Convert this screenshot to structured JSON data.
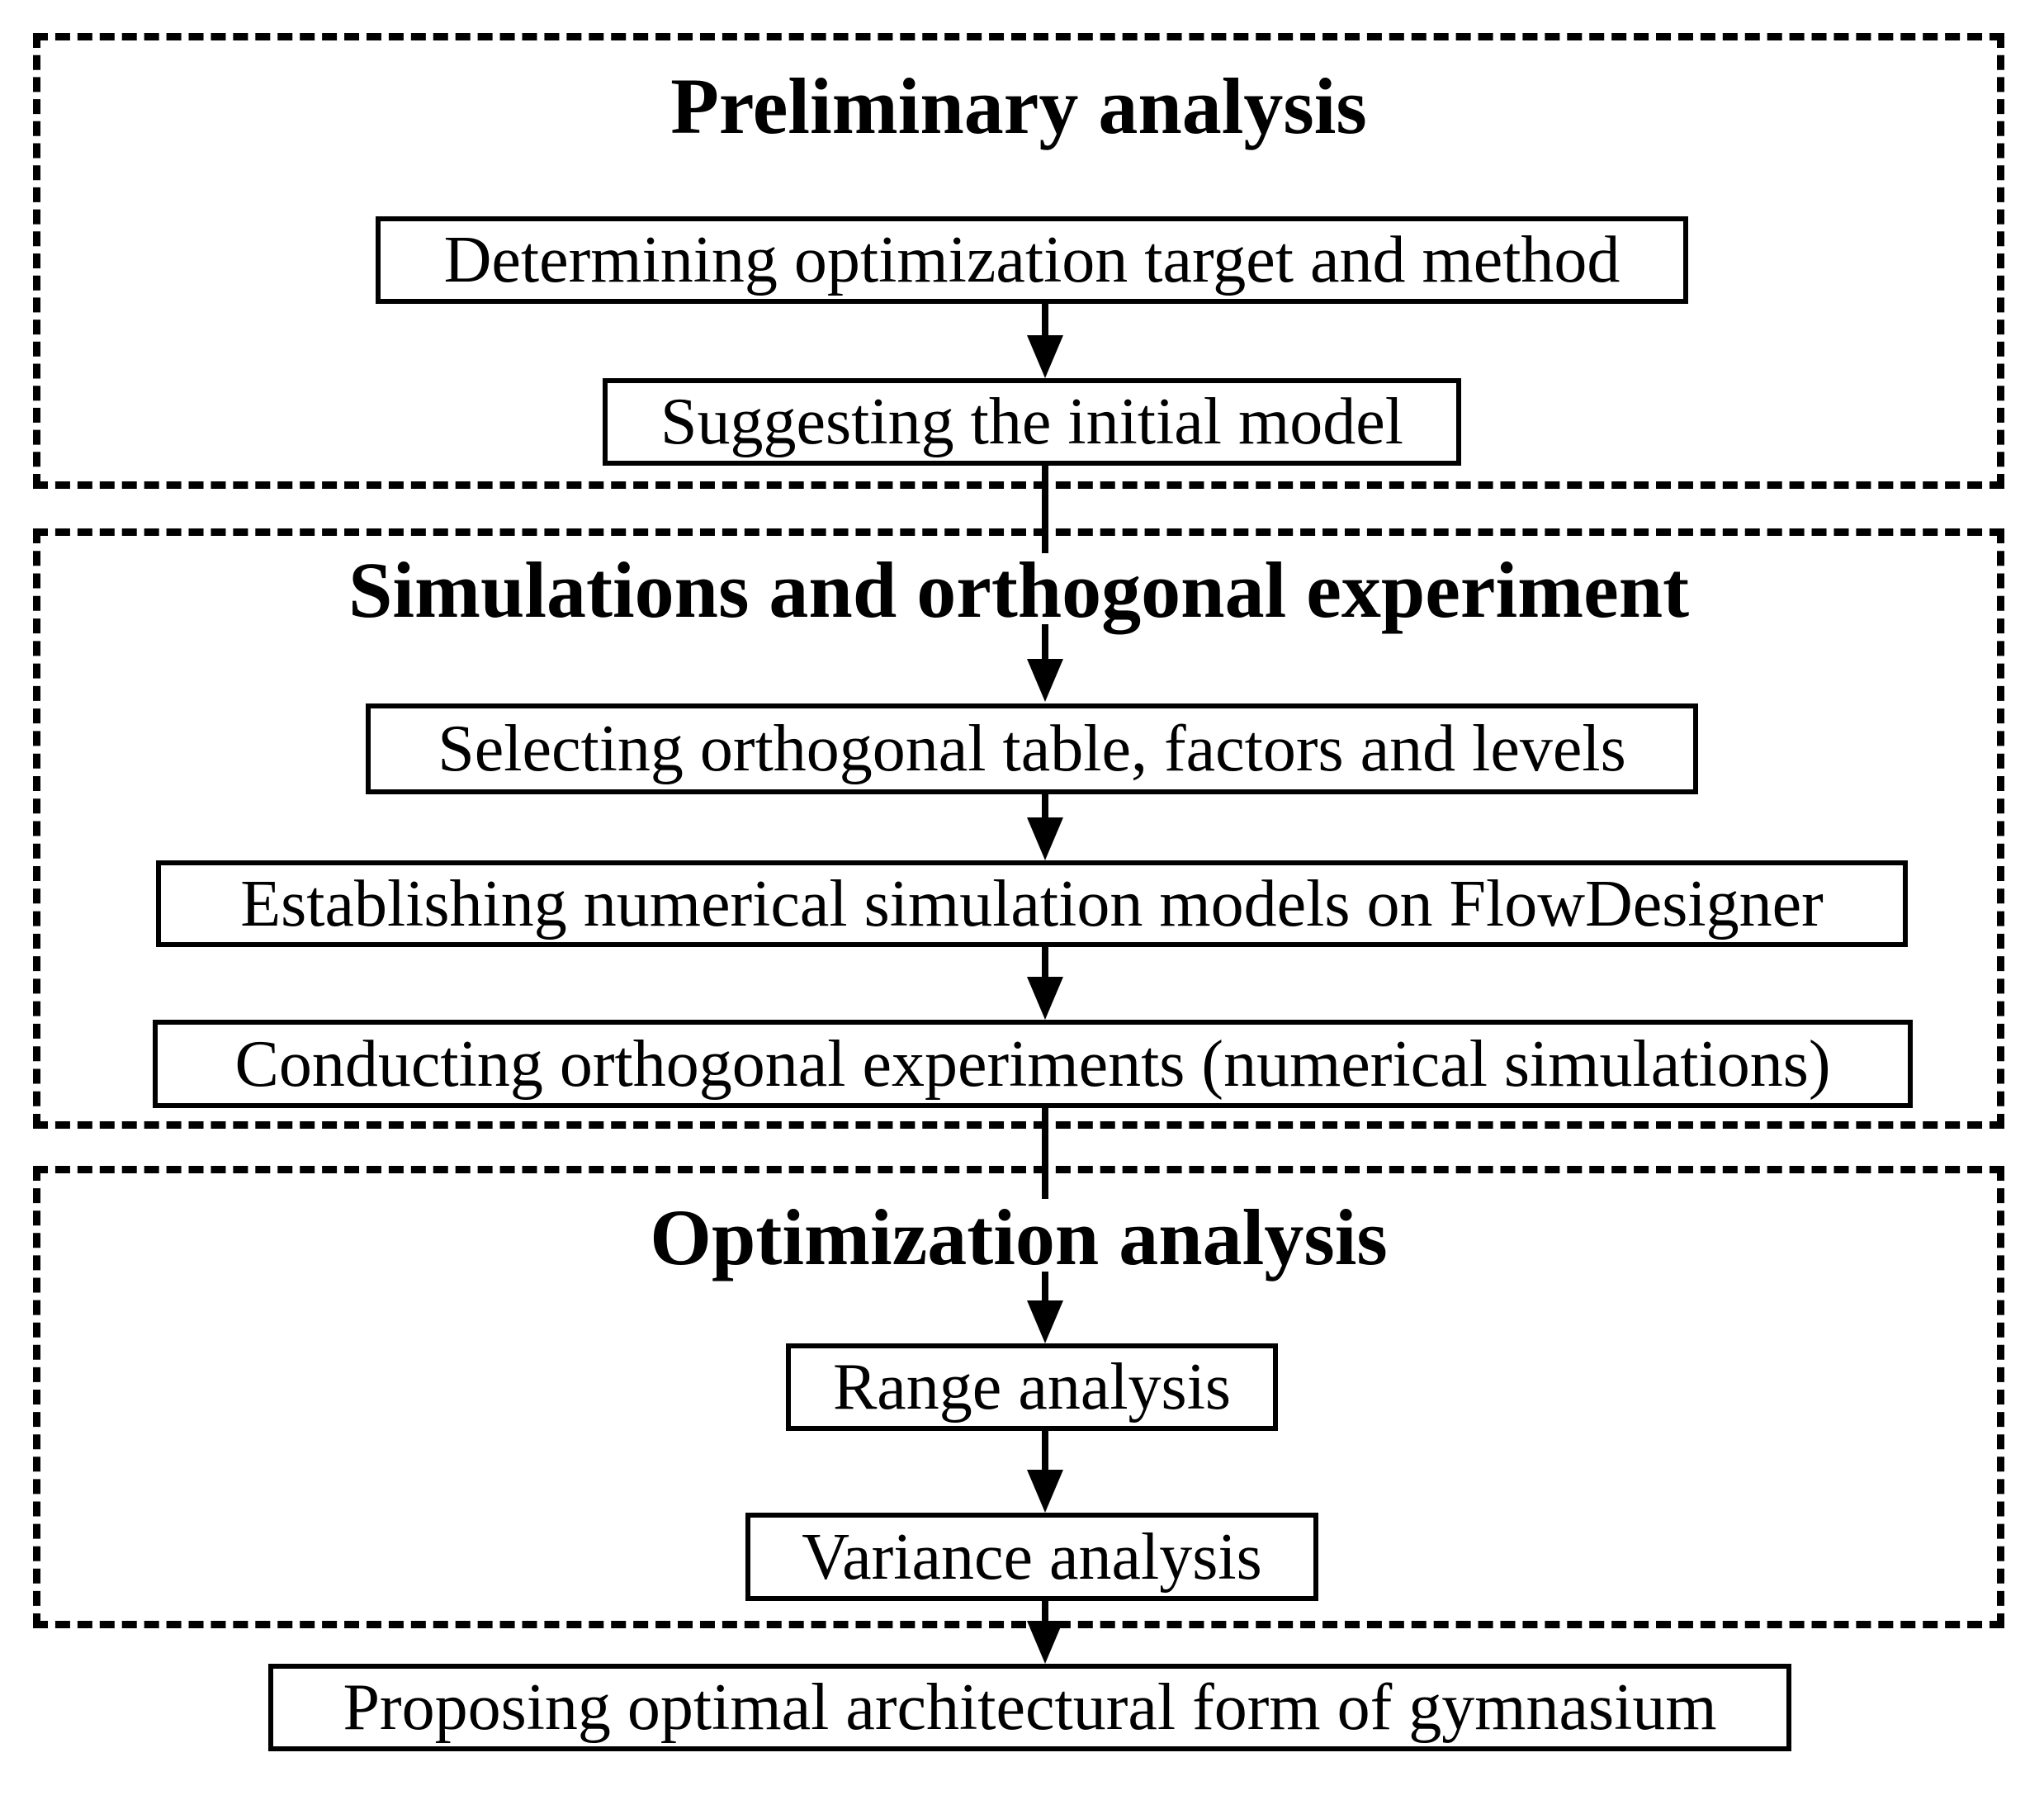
{
  "flowchart": {
    "sections": [
      {
        "title": "Preliminary analysis",
        "boxes": [
          "Determining optimization target and method",
          "Suggesting the initial model"
        ]
      },
      {
        "title": "Simulations and orthogonal experiment",
        "boxes": [
          "Selecting orthogonal table, factors and levels",
          "Establishing numerical simulation models on FlowDesigner",
          "Conducting orthogonal experiments (numerical simulations)"
        ]
      },
      {
        "title": "Optimization analysis",
        "boxes": [
          "Range analysis",
          "Variance analysis"
        ]
      }
    ],
    "final_box": "Proposing optimal architectural form of gymnasium",
    "colors": {
      "line": "#000000",
      "background": "#ffffff",
      "text": "#000000"
    }
  }
}
